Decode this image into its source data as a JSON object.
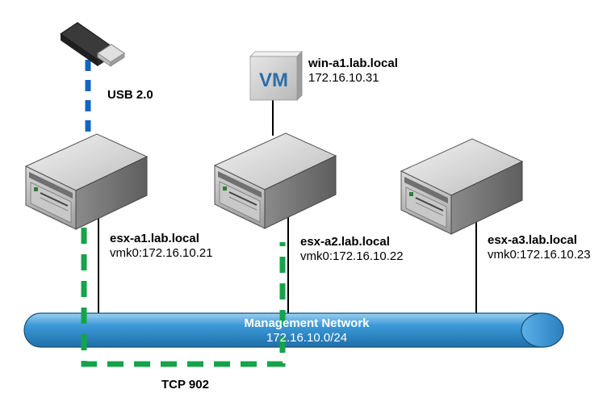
{
  "usb": {
    "label": "USB 2.0"
  },
  "vm": {
    "icon_text": "VM",
    "name": "win-a1.lab.local",
    "ip": "172.16.10.31"
  },
  "hosts": [
    {
      "name": "esx-a1.lab.local",
      "ip": "vmk0:172.16.10.21"
    },
    {
      "name": "esx-a2.lab.local",
      "ip": "vmk0:172.16.10.22"
    },
    {
      "name": "esx-a3.lab.local",
      "ip": "vmk0:172.16.10.23"
    }
  ],
  "network": {
    "title": "Management Network",
    "subnet": "172.16.10.0/24"
  },
  "tcp": {
    "label": "TCP 902"
  },
  "colors": {
    "usb_link": "#1565c0",
    "tcp_link": "#16a34a",
    "network_pipe": "#2f8fd0"
  }
}
